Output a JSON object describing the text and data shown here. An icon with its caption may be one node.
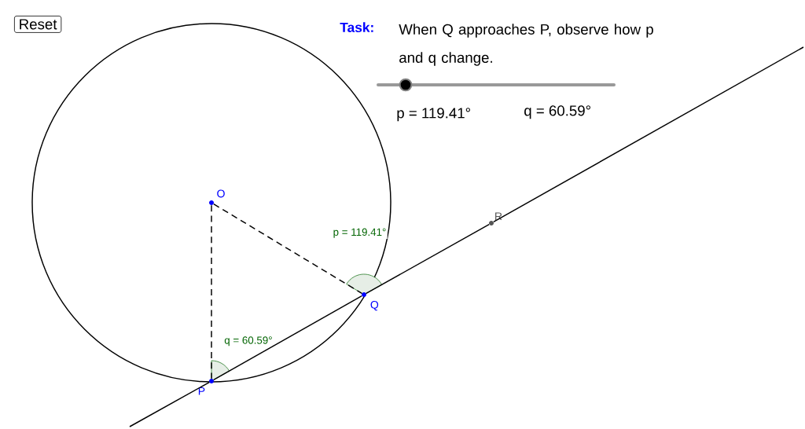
{
  "diagram": {
    "nodes": [
      {
        "text": [
          "O"
        ]
      },
      {
        "text": [
          "R"
        ]
      },
      {
        "text": [
          "Q"
        ]
      },
      {
        "text": [
          "P"
        ]
      }
    ],
    "edges": [
      {
        "from": 0,
        "to": 2,
        "arrow": "none",
        "style": "dashed"
      },
      {
        "from": 0,
        "to": 3,
        "arrow": "none",
        "style": "dashed"
      },
      {
        "from": 3,
        "to": 2,
        "arrow": "none"
      },
      {
        "from": 2,
        "to": 1,
        "arrow": "none"
      },
      {
        "from": null,
        "to": 3,
        "arrow": "none"
      },
      {
        "from": 1,
        "to": null,
        "arrow": "none"
      }
    ],
    "labels": [
      "Reset",
      "Task:",
      "When Q approaches P, observe how p and q change.",
      "p = 119.41°",
      "q = 60.59°",
      "p = 119.41°",
      "q = 60.59°"
    ]
  }
}
